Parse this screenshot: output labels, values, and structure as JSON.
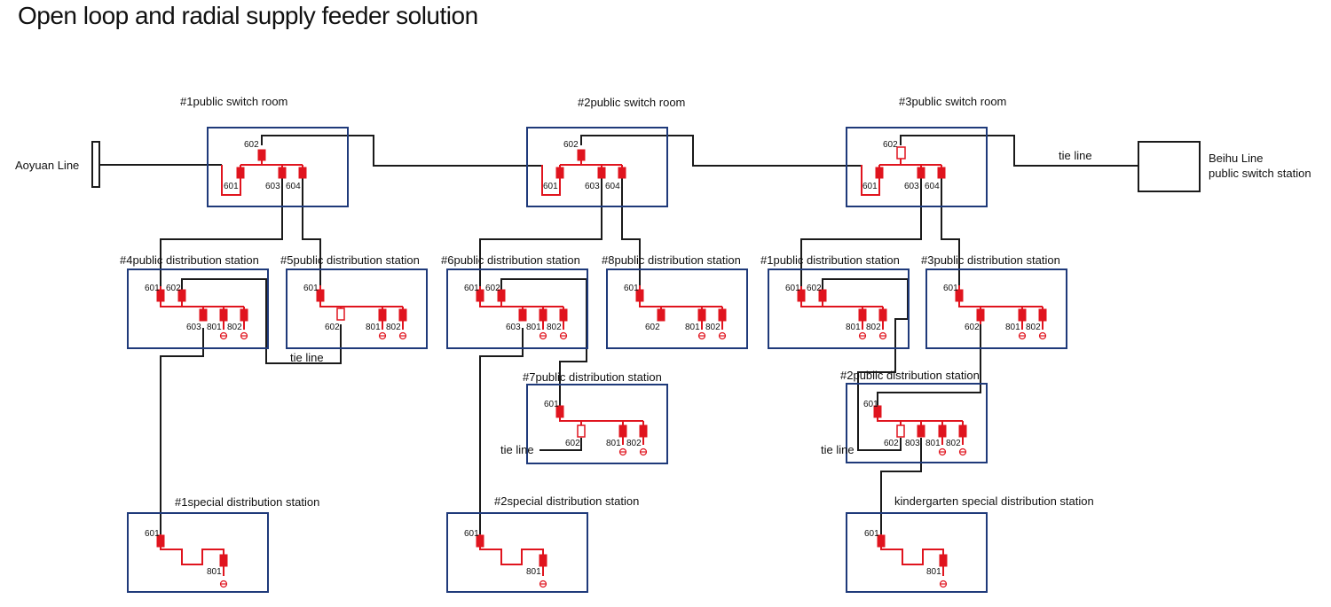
{
  "title": "Open loop and radial supply feeder solution",
  "labels": {
    "aoyuan": "Aoyuan Line",
    "beihu_1": "Beihu Line",
    "beihu_2": "public switch station",
    "tie_line": "tie line"
  },
  "switch_rooms": [
    {
      "name": "#1public switch room",
      "switches": [
        {
          "id": "602",
          "state": "closed"
        },
        {
          "id": "601",
          "state": "closed"
        },
        {
          "id": "603",
          "state": "closed"
        },
        {
          "id": "604",
          "state": "closed"
        }
      ]
    },
    {
      "name": "#2public switch room",
      "switches": [
        {
          "id": "602",
          "state": "closed"
        },
        {
          "id": "601",
          "state": "closed"
        },
        {
          "id": "603",
          "state": "closed"
        },
        {
          "id": "604",
          "state": "closed"
        }
      ]
    },
    {
      "name": "#3public switch room",
      "switches": [
        {
          "id": "602",
          "state": "open"
        },
        {
          "id": "601",
          "state": "closed"
        },
        {
          "id": "603",
          "state": "closed"
        },
        {
          "id": "604",
          "state": "closed"
        }
      ]
    }
  ],
  "distribution_stations": [
    {
      "name": "#4public distribution station",
      "switches": [
        "601",
        "602",
        "603",
        "801",
        "802"
      ]
    },
    {
      "name": "#5public distribution station",
      "switches": [
        "601",
        "602",
        "801",
        "802"
      ],
      "open_switch": "602"
    },
    {
      "name": "#6public distribution station",
      "switches": [
        "601",
        "602",
        "603",
        "801",
        "802"
      ]
    },
    {
      "name": "#8public distribution station",
      "switches": [
        "601",
        "602",
        "801",
        "802"
      ]
    },
    {
      "name": "#1public distribution station",
      "switches": [
        "601",
        "602",
        "801",
        "802"
      ]
    },
    {
      "name": "#3public distribution station",
      "switches": [
        "601",
        "602",
        "801",
        "802"
      ]
    },
    {
      "name": "#7public distribution station",
      "switches": [
        "601",
        "602",
        "801",
        "802"
      ],
      "open_switch": "602"
    },
    {
      "name": "#2public distribution station",
      "switches": [
        "601",
        "602",
        "803",
        "801",
        "802"
      ],
      "open_switch": "602"
    }
  ],
  "special_stations": [
    {
      "name": "#1special distribution station",
      "switches": [
        "601",
        "801"
      ]
    },
    {
      "name": "#2special distribution station",
      "switches": [
        "601",
        "801"
      ]
    },
    {
      "name": "kindergarten special distribution station",
      "switches": [
        "601",
        "801"
      ]
    }
  ],
  "colors": {
    "box": "#1f3a7a",
    "bus": "#e0141e",
    "cable": "#1a1a1a"
  }
}
